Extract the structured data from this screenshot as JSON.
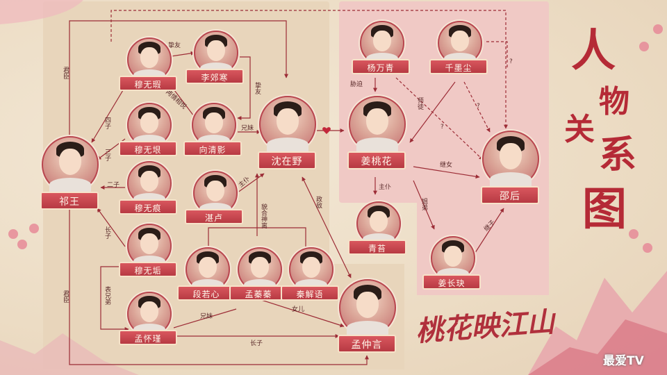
{
  "title": [
    "人",
    "物",
    "关",
    "系",
    "图"
  ],
  "logo": "桃花映江山",
  "watermark": "最爱TV",
  "characters": {
    "muwuxia": "穆无瑕",
    "lizhihan": "李郊寒",
    "muwugen": "穆无垠",
    "xiangjiying": "向清影",
    "qiwang": "祁王",
    "muwuhen": "穆无痕",
    "zhanlu": "湛卢",
    "shenzaiye": "沈在野",
    "muwugou": "穆无垢",
    "duanruoxin": "段若心",
    "mengsangsang": "孟蓁蓁",
    "qinjieyu": "秦解语",
    "menghuaijin": "孟怀瑾",
    "mengzhongyan": "孟仲言",
    "yangwanqing": "杨万青",
    "qianmochen": "千墨尘",
    "jiangtaohua": "姜桃花",
    "qingtai": "青苔",
    "gaohou": "邵后",
    "jiangchangjue": "姜长玦"
  },
  "relations": {
    "junchen1": "君臣",
    "zhiyou1": "挚友",
    "liangqing": "两情相悦",
    "zhiyou2": "挚友",
    "sizi": "四子",
    "sanzi": "三子",
    "erzi": "二子",
    "xiongmei1": "兄妹",
    "zhupu1": "主仆",
    "mohe": "貌合神离",
    "zhangzi1": "长子",
    "biaoxiongdi": "表兄弟",
    "junchen2": "君臣",
    "xiongmei2": "兄妹",
    "nver": "女儿",
    "zhangzi2": "长子",
    "zhengdi": "政敌",
    "xiepo": "胁迫",
    "shitu": "师徒",
    "q1": "?",
    "q2": "?",
    "q3": "?",
    "jinv": "继女",
    "zhupu2": "主仆",
    "jiedi": "姐弟",
    "jizi": "继子"
  },
  "colors": {
    "accent": "#b73a43",
    "line": "#9c2c36",
    "left_panel": "#e8d5bb",
    "right_panel": "#f0c9c5"
  }
}
